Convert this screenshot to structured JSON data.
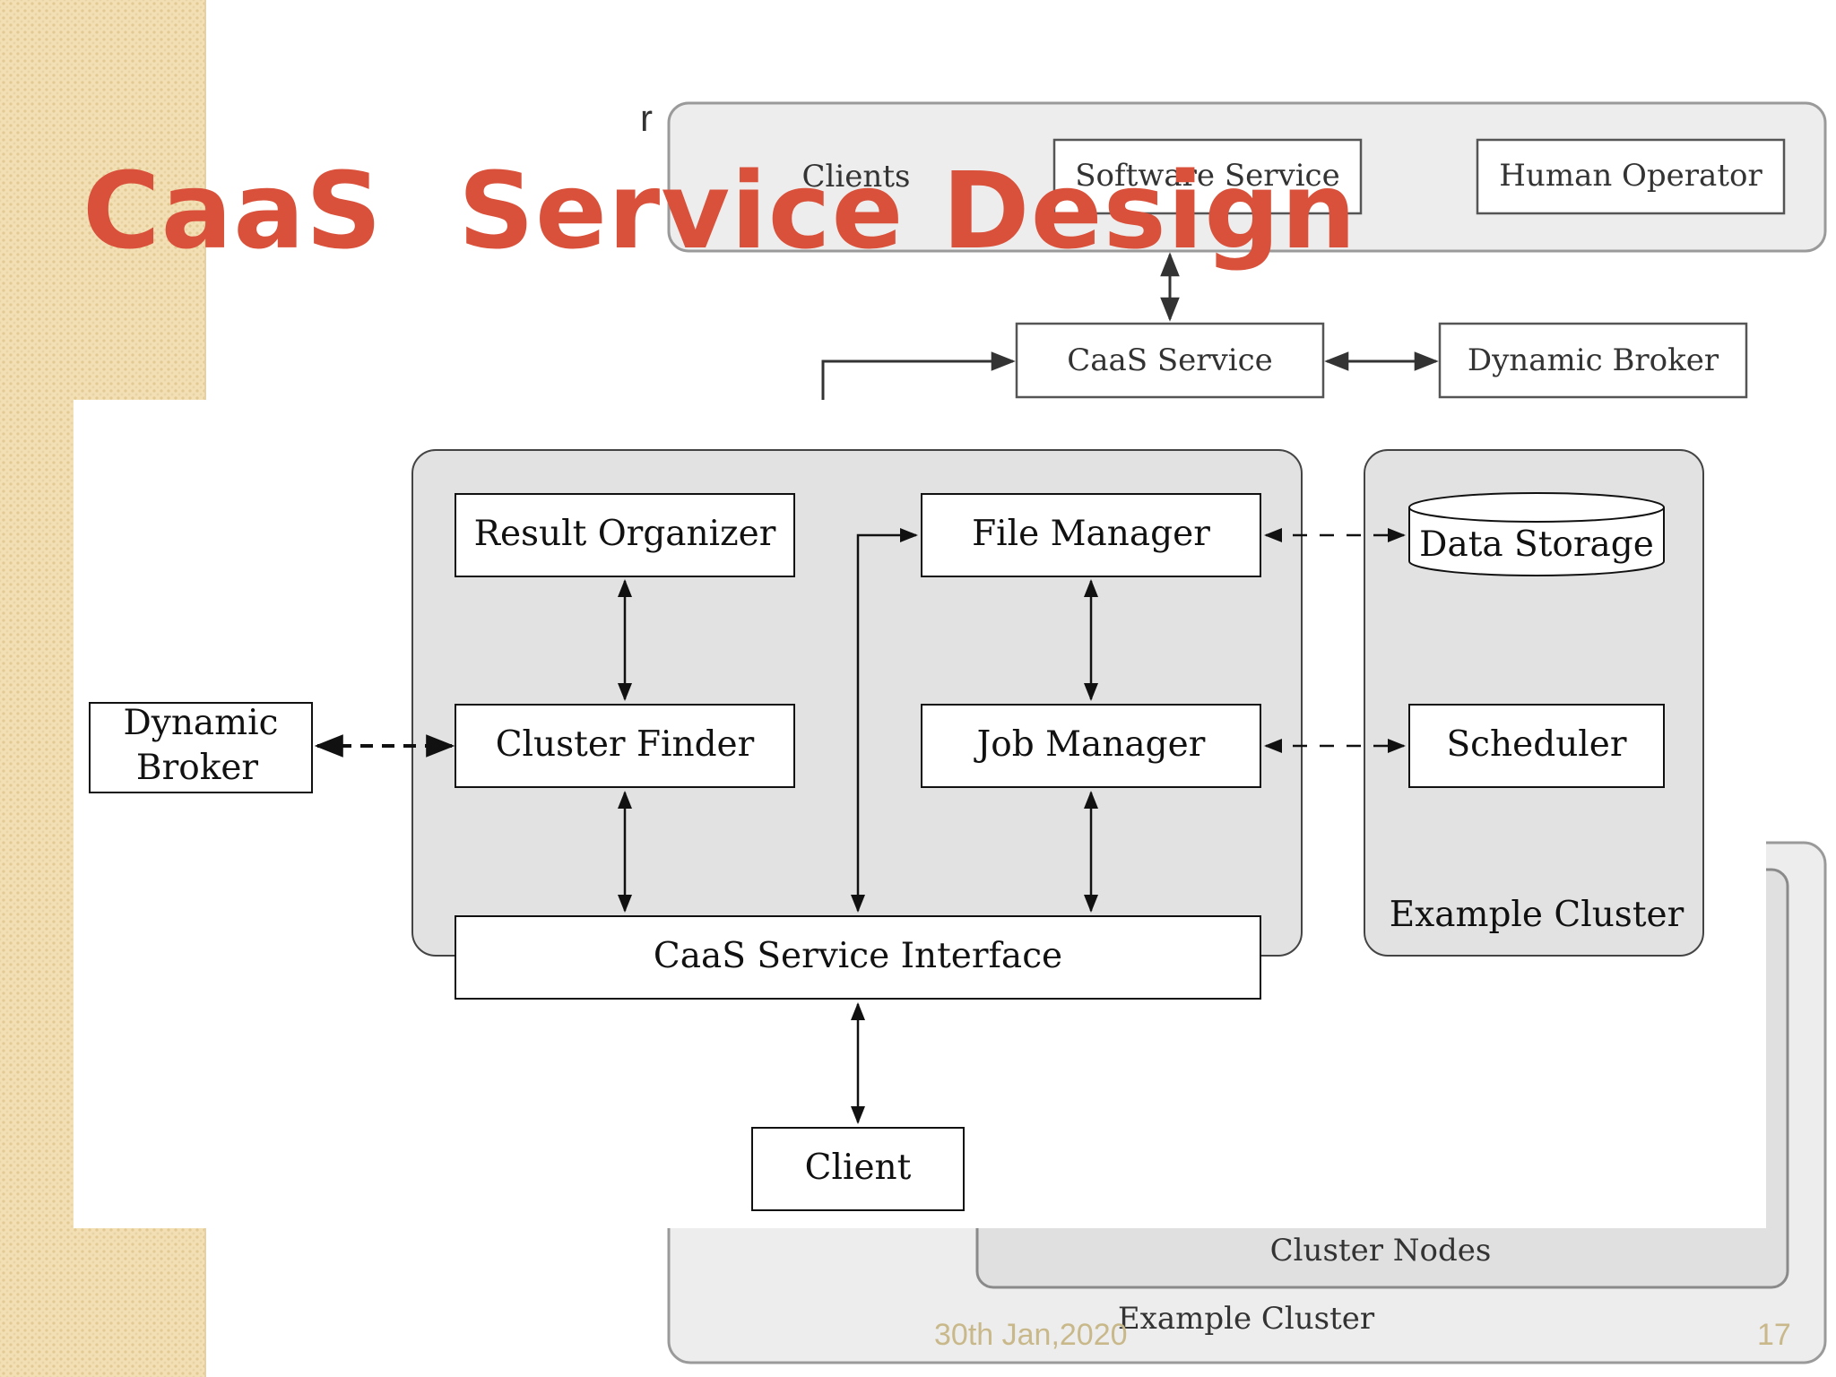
{
  "slide": {
    "title": "CaaS  Service Design",
    "partial_text": "r",
    "footer_date": "30th Jan,2020",
    "page_number": "17"
  },
  "background_diagram": {
    "clients_group": "Clients",
    "software_service": "Software Service",
    "human_operator": "Human Operator",
    "caas_service": "CaaS Service",
    "dynamic_broker": "Dynamic Broker",
    "cluster_nodes": "Cluster Nodes",
    "example_cluster": "Example Cluster"
  },
  "foreground_diagram": {
    "result_organizer": "Result Organizer",
    "file_manager": "File Manager",
    "data_storage": "Data Storage",
    "dynamic_broker_line1": "Dynamic",
    "dynamic_broker_line2": "Broker",
    "cluster_finder": "Cluster Finder",
    "job_manager": "Job Manager",
    "scheduler": "Scheduler",
    "example_cluster": "Example Cluster",
    "caas_service_interface": "CaaS Service Interface",
    "client": "Client"
  },
  "colors": {
    "title": "#d9513a",
    "sidebar": "#f2dfb4",
    "group_fill": "#e2e2e2",
    "background_group_fill": "#ededed",
    "footer_text": "#c8b88a"
  }
}
